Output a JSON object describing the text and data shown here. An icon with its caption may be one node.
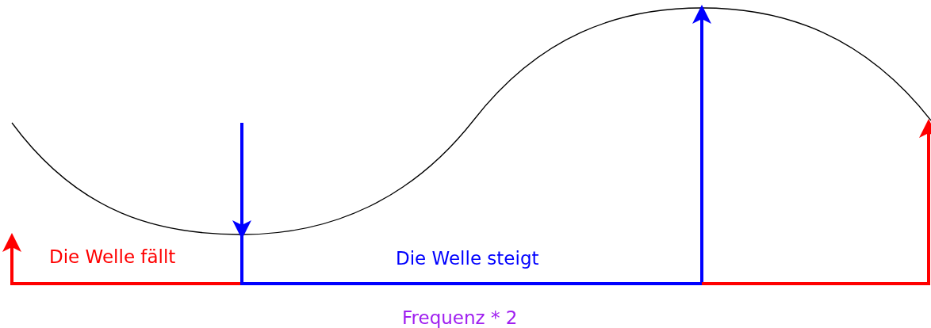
{
  "diagram": {
    "labels": [
      "Die Welle fällt",
      "Die Welle steigt",
      "Frequenz * 2"
    ]
  }
}
